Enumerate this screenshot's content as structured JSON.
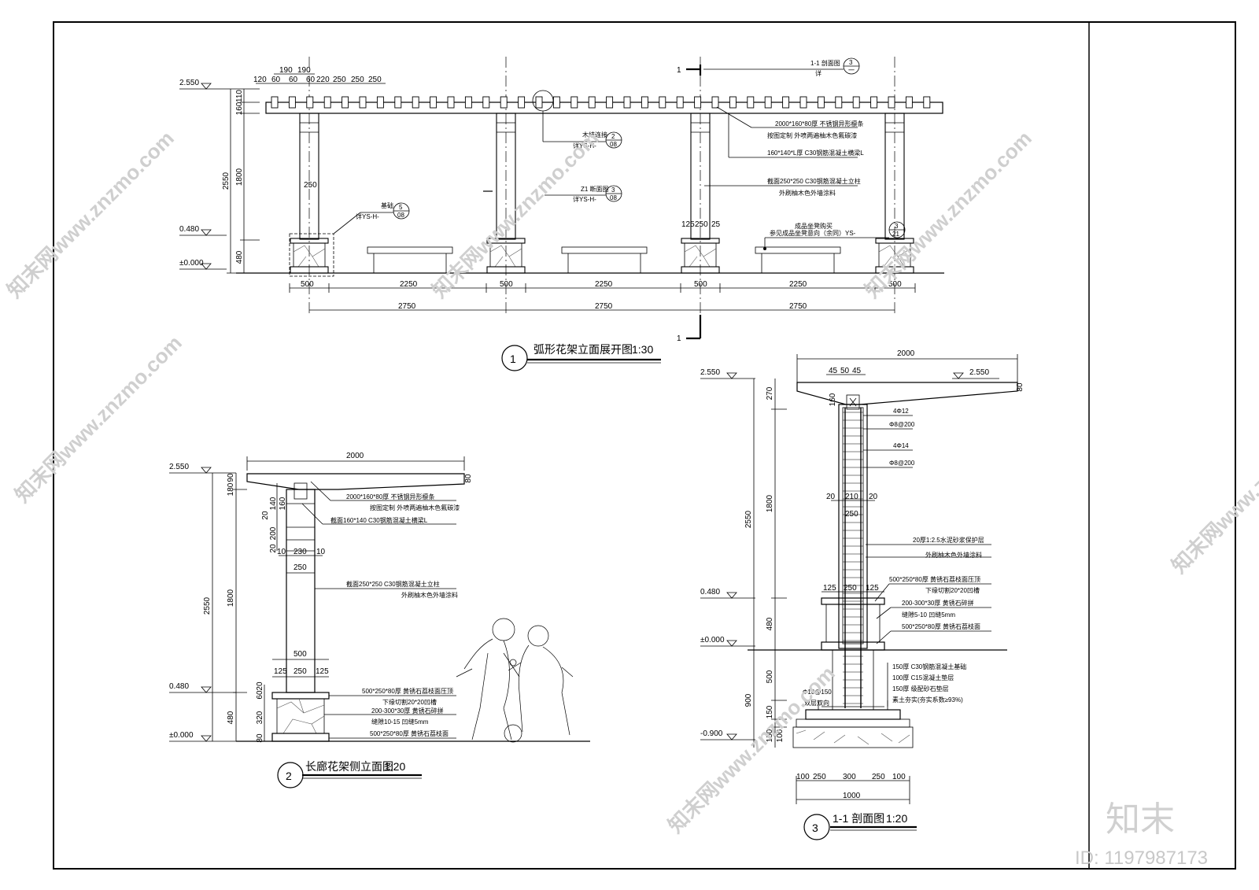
{
  "drawing1": {
    "title": "弧形花架立面展开图",
    "scale": "1:30",
    "number": "1",
    "levels": [
      "2.550",
      "0.480",
      "±0.000"
    ],
    "top_dims": [
      "120",
      "60",
      "60",
      "60",
      "220",
      "250",
      "250",
      "250"
    ],
    "top_dims2": [
      "190",
      "190"
    ],
    "left_dims": [
      "110",
      "160",
      "1800",
      "480",
      "2550"
    ],
    "col_dim": "250",
    "col_dim2": [
      "125",
      "250",
      "25"
    ],
    "bottom_dims1": [
      "500",
      "2250",
      "500",
      "2250",
      "500",
      "2250",
      "500"
    ],
    "bottom_dims2": [
      "2750",
      "2750",
      "2750"
    ],
    "section_mark": "1",
    "callouts": [
      {
        "ref": "1-1 剖面图",
        "sub": "详",
        "circ_top": "3",
        "circ_bot": "一"
      },
      {
        "ref": "木结连接",
        "sub": "详YS-H-",
        "circ_top": "2",
        "circ_bot": "08"
      },
      {
        "ref": "Z1 断面图",
        "sub": "详YS-H-",
        "circ_top": "3",
        "circ_bot": "08"
      },
      {
        "ref": "基础",
        "sub": "详YS-H-",
        "circ_top": "5",
        "circ_bot": "08"
      },
      {
        "ref": "成品坐凳购买",
        "sub": "参见成品坐凳意向（余同）YS-",
        "circ_top": "3",
        "circ_bot": "21"
      }
    ],
    "notes": [
      "2000*160*80厚 不锈钢异形檩条",
      "按图定制 外喷两遍柚木色氟碳漆",
      "160*140*L厚 C30钢筋混凝土横梁L",
      "截面250*250  C30钢筋混凝土立柱",
      "外刷柚木色外墙涂料"
    ]
  },
  "drawing2": {
    "title": "长廊花架侧立面图",
    "scale": "1:20",
    "number": "2",
    "levels": [
      "2.550",
      "0.480",
      "±0.000"
    ],
    "top_dim": "2000",
    "right_dim": "80",
    "left_dims": [
      "180",
      "90",
      "1800",
      "480",
      "2550"
    ],
    "inner_dims": [
      "140",
      "160",
      "20",
      "200",
      "20",
      "10",
      "230",
      "10",
      "250"
    ],
    "base_dims": [
      "500",
      "125",
      "250",
      "125"
    ],
    "base_vert": [
      "20",
      "60",
      "320",
      "80"
    ],
    "notes": [
      "2000*160*80厚 不锈钢异形檩条",
      "按图定制 外喷两遍柚木色氟碳漆",
      "截面160*140 C30钢筋混凝土横梁L",
      "截面250*250  C30钢筋混凝土立柱",
      "外刷柚木色外墙涂料",
      "500*250*80厚 黄锈石荔枝面压顶",
      "下缘切割20*20凹槽",
      "200-300*30厚 黄锈石碎拼",
      "缝隙10-15 凹缝5mm",
      "500*250*80厚 黄锈石荔枝面"
    ]
  },
  "drawing3": {
    "title": "1-1 剖面图",
    "scale": "1:20",
    "number": "3",
    "levels": [
      "2.550",
      "2.550",
      "0.480",
      "±0.000",
      "-0.900"
    ],
    "top_dim": "2000",
    "top_small": [
      "45",
      "50",
      "45"
    ],
    "right_dim": "80",
    "left_dims": [
      "270",
      "160",
      "1800",
      "480",
      "2550",
      "500",
      "900",
      "150",
      "150",
      "100"
    ],
    "inner_dims": [
      "20",
      "210",
      "20",
      "250",
      "125",
      "250",
      "125"
    ],
    "bottom_dims": [
      "100",
      "250",
      "300",
      "250",
      "100"
    ],
    "bottom_total": "1000",
    "rebar": [
      "4Φ12",
      "Φ8@200",
      "4Φ14",
      "Φ8@200",
      "Φ10@150",
      "双层双向"
    ],
    "notes": [
      "20厚1:2.5水泥砂浆保护层",
      "外刷柚木色外墙涂料",
      "500*250*80厚 黄锈石荔枝面压顶",
      "下缘切割20*20凹槽",
      "200-300*30厚 黄锈石碎拼",
      "缝隙5-10 凹缝5mm",
      "500*250*80厚 黄锈石荔枝面",
      "150厚 C30钢筋混凝土基础",
      "100厚 C15混凝土垫层",
      "150厚 级配砂石垫层",
      "素土夯实(夯实系数≥93%)"
    ]
  },
  "watermark": {
    "brand": "知末",
    "id": "ID: 1197987173",
    "text": "知末网www.znzmo.com"
  }
}
